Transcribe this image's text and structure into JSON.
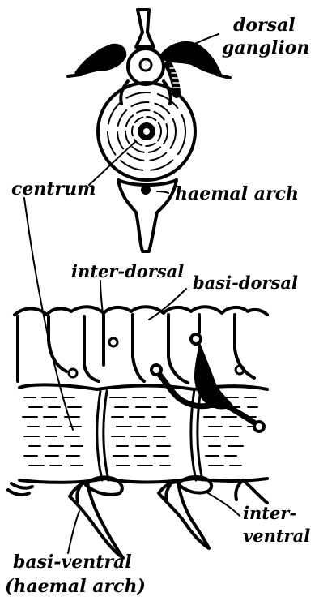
{
  "labels": {
    "dorsal": "dorsal",
    "ganglion": "ganglion",
    "centrum": "centrum",
    "haemal_arch": "haemal arch",
    "inter_dorsal": "inter-dorsal",
    "basi_dorsal": "basi-dorsal",
    "inter": "inter-",
    "ventral": "ventral",
    "basi_ventral": "basi-ventral",
    "haemal_arch_paren": "(haemal arch)"
  },
  "colors": {
    "ink": "#000000",
    "paper": "#ffffff"
  }
}
